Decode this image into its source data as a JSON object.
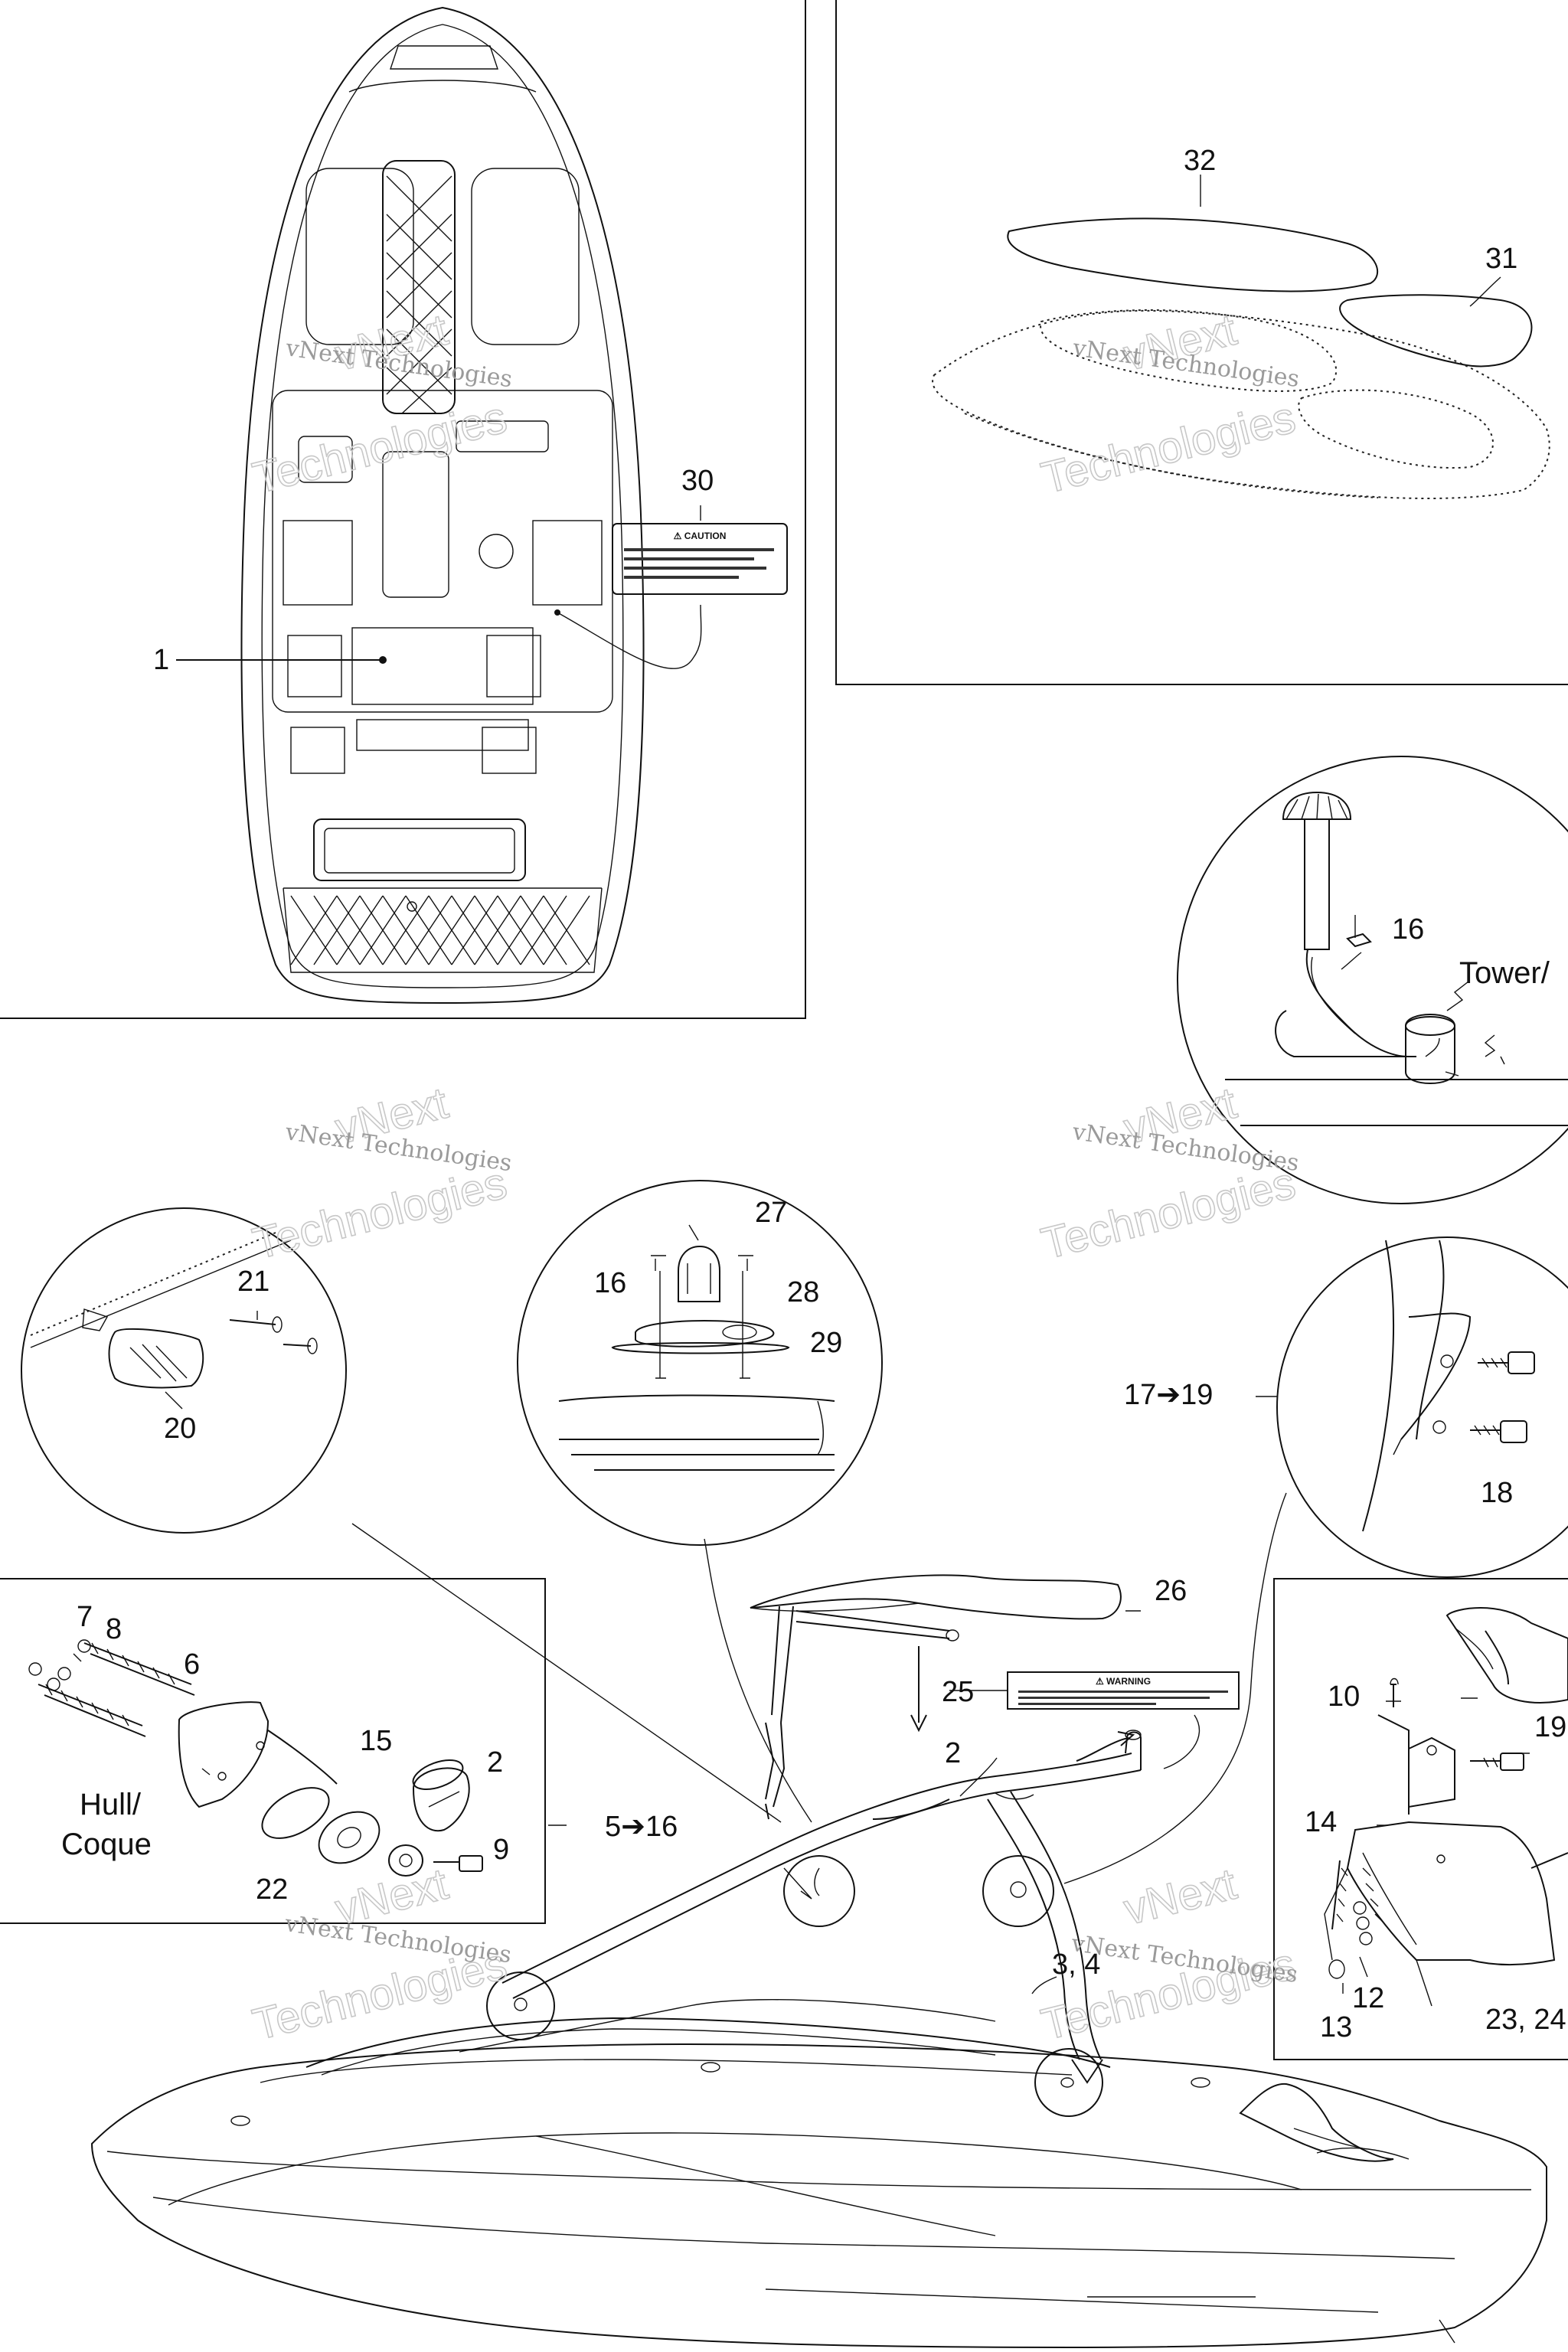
{
  "callouts": {
    "n1": "1",
    "n2": "2",
    "n2b": "2",
    "n3_4": "3, 4",
    "n5_16": "5➔16",
    "n6": "6",
    "n7": "7",
    "n8": "8",
    "n9": "9",
    "n10": "10",
    "n12": "12",
    "n13": "13",
    "n14": "14",
    "n15": "15",
    "n16a": "16",
    "n16b": "16",
    "n17_19": "17➔19",
    "n18": "18",
    "n19": "19",
    "n20": "20",
    "n21": "21",
    "n22": "22",
    "n23_24": "23, 24",
    "n25": "25",
    "n26": "26",
    "n27": "27",
    "n28": "28",
    "n29": "29",
    "n30": "30",
    "n31": "31",
    "n32": "32"
  },
  "labels": {
    "hull_line1": "Hull/",
    "hull_line2": "Coque",
    "tower": "Tower/"
  },
  "decals": {
    "caution_title": "⚠ CAUTION",
    "warning_title": "⚠ WARNING"
  },
  "watermark": {
    "brand": "vNext",
    "company": "vNext Technologies",
    "word": "Technologies"
  }
}
